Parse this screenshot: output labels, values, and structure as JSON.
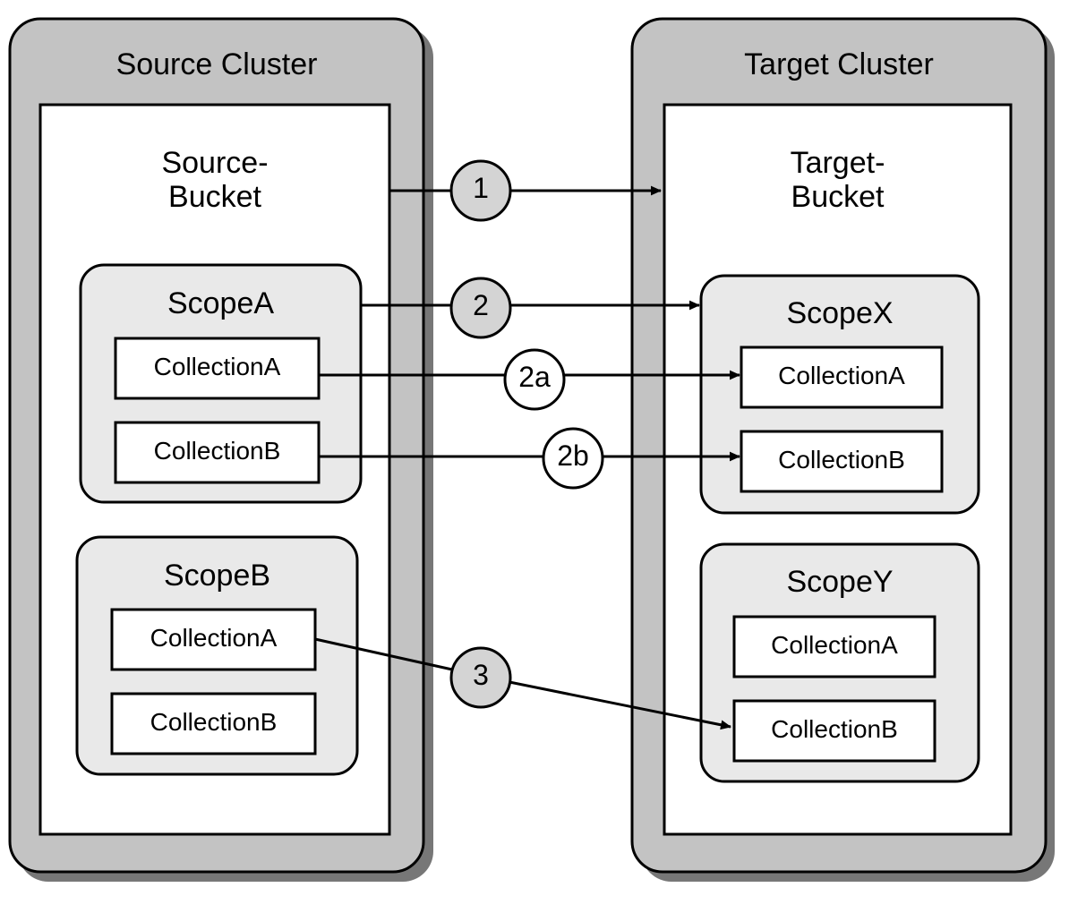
{
  "diagram": {
    "title_semantic": "cluster-replication-scope-collection-mapping",
    "palette": {
      "cluster_fill": "#c3c3c3",
      "cluster_stroke": "#000000",
      "cluster_shadow": "#777777",
      "bucket_fill": "#ffffff",
      "bucket_stroke": "#000000",
      "scope_fill": "#e9e9e9",
      "scope_stroke": "#000000",
      "collection_fill": "#ffffff",
      "collection_stroke": "#000000",
      "connector_filled": "#d4d4d4",
      "connector_hollow": "#ffffff",
      "line": "#000000",
      "page_background": "#ffffff"
    },
    "clusters": [
      {
        "id": "source-cluster",
        "label": "Source Cluster",
        "bucket": {
          "id": "source-bucket",
          "label": "Source-\nBucket"
        },
        "scopes": [
          {
            "id": "scope-a",
            "label": "ScopeA",
            "collections": [
              {
                "id": "source-scopea-collectiona",
                "label": "CollectionA"
              },
              {
                "id": "source-scopea-collectionb",
                "label": "CollectionB"
              }
            ]
          },
          {
            "id": "scope-b",
            "label": "ScopeB",
            "collections": [
              {
                "id": "source-scopeb-collectiona",
                "label": "CollectionA"
              },
              {
                "id": "source-scopeb-collectionb",
                "label": "CollectionB"
              }
            ]
          }
        ]
      },
      {
        "id": "target-cluster",
        "label": "Target Cluster",
        "bucket": {
          "id": "target-bucket",
          "label": "Target-\nBucket"
        },
        "scopes": [
          {
            "id": "scope-x",
            "label": "ScopeX",
            "collections": [
              {
                "id": "target-scopex-collectiona",
                "label": "CollectionA"
              },
              {
                "id": "target-scopex-collectionb",
                "label": "CollectionB"
              }
            ]
          },
          {
            "id": "scope-y",
            "label": "ScopeY",
            "collections": [
              {
                "id": "target-scopey-collectiona",
                "label": "CollectionA"
              },
              {
                "id": "target-scopey-collectionb",
                "label": "CollectionB"
              }
            ]
          }
        ]
      }
    ],
    "connectors": [
      {
        "id": "connector-1",
        "label": "1",
        "style": "filled",
        "from": "source-bucket",
        "to": "target-bucket"
      },
      {
        "id": "connector-2",
        "label": "2",
        "style": "filled",
        "from": "scope-a",
        "to": "scope-x"
      },
      {
        "id": "connector-2a",
        "label": "2a",
        "style": "hollow",
        "from": "source-scopea-collectiona",
        "to": "target-scopex-collectiona"
      },
      {
        "id": "connector-2b",
        "label": "2b",
        "style": "hollow",
        "from": "source-scopea-collectionb",
        "to": "target-scopex-collectionb"
      },
      {
        "id": "connector-3",
        "label": "3",
        "style": "filled",
        "from": "source-scopeb-collectiona",
        "to": "target-scopey-collectionb"
      }
    ]
  }
}
